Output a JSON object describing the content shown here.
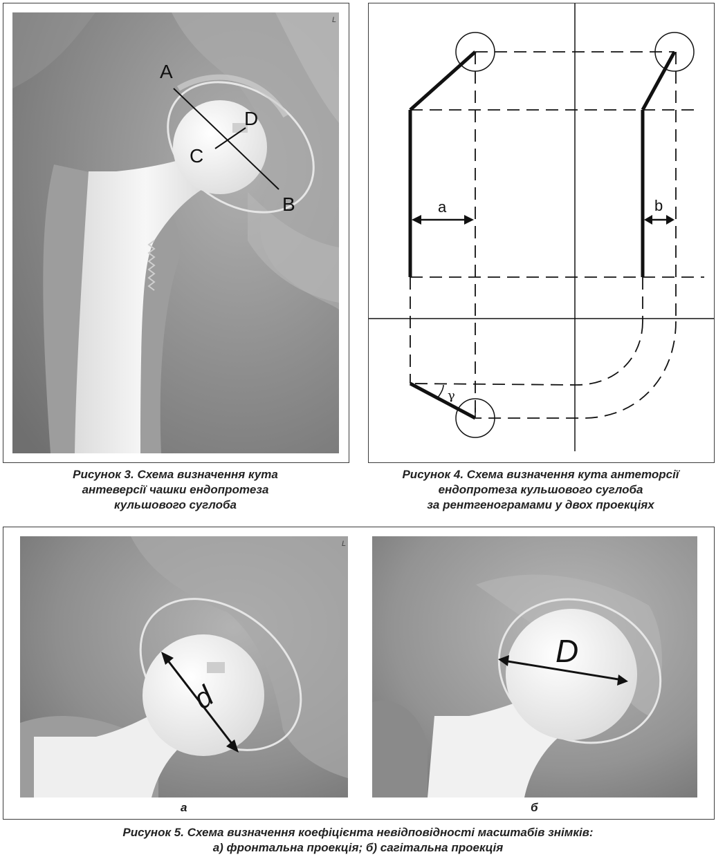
{
  "figure3": {
    "labels": {
      "a": "A",
      "b": "B",
      "c": "C",
      "d": "D"
    },
    "corner_mark": "L",
    "caption": [
      "Рисунок 3. Схема визначення кута",
      "антеверсії чашки ендопротеза",
      "кульшового суглоба"
    ]
  },
  "figure4": {
    "labels": {
      "a": "a",
      "b": "b",
      "gamma": "γ"
    },
    "caption": [
      "Рисунок 4. Схема визначення кута антеторсії",
      "ендопротеза кульшового суглоба",
      "за рентгенограмами у двох проекціях"
    ]
  },
  "figure5": {
    "label_d_small": "d",
    "label_d_large": "D",
    "corner_mark": "L",
    "panel_a": "а",
    "panel_b": "б",
    "caption": [
      "Рисунок 5. Схема визначення коефіцієнта невідповідності масштабів знімків:",
      "а) фронтальна проекція; б) сагітальна проекція"
    ]
  },
  "colors": {
    "xray_bg": "#8c8c8c",
    "implant": "#f2f2f2",
    "line": "#111111"
  }
}
